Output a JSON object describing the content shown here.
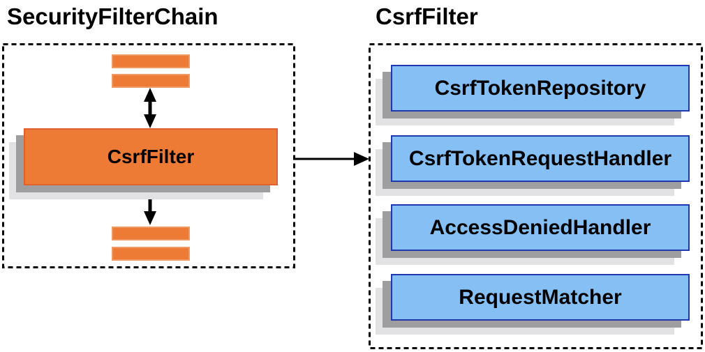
{
  "left_panel": {
    "title": "SecurityFilterChain",
    "csrf_filter_box": "CsrfFilter"
  },
  "right_panel": {
    "title": "CsrfFilter",
    "components": [
      "CsrfTokenRepository",
      "CsrfTokenRequestHandler",
      "AccessDeniedHandler",
      "RequestMatcher"
    ]
  },
  "icons": {
    "vertical_connector": "double-headed-vertical-arrow",
    "delegation_arrow": "right-pointing-arrow",
    "placeholder_bars": "orange-rectangle-pair"
  },
  "colors": {
    "accent_orange": "#ED7A35",
    "orange_border_light": "#F09A63",
    "orange_border_dark": "#E0612D",
    "accent_blue": "#85BFF4",
    "blue_border": "#1E38B2",
    "shadow_dark": "#9E9EA0",
    "shadow_light": "#E2E2E4",
    "line_black": "#000000",
    "text": "#000000"
  }
}
